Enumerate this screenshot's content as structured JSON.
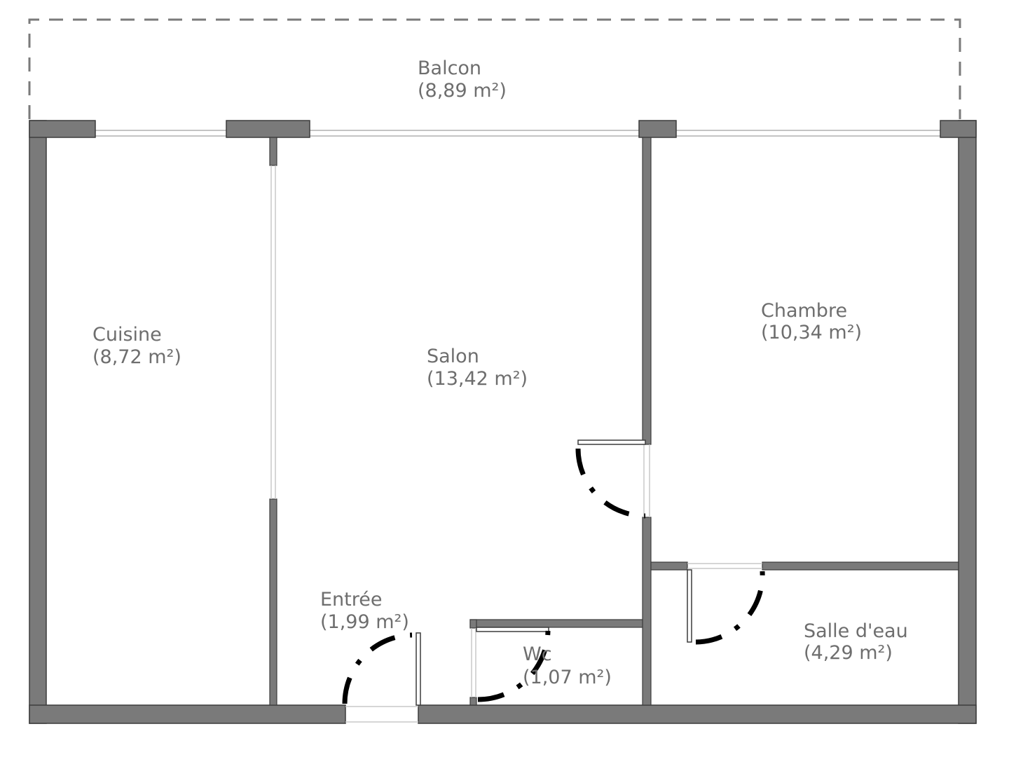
{
  "rooms": {
    "balcon": {
      "name": "Balcon",
      "area": "(8,89 m²)"
    },
    "cuisine": {
      "name": "Cuisine",
      "area": "(8,72 m²)"
    },
    "salon": {
      "name": "Salon",
      "area": "(13,42 m²)"
    },
    "chambre": {
      "name": "Chambre",
      "area": "(10,34 m²)"
    },
    "entree": {
      "name": "Entrée",
      "area": "(1,99 m²)"
    },
    "wc": {
      "name": "Wc",
      "area": "(1,07 m²)"
    },
    "salle_eau": {
      "name": "Salle d'eau",
      "area": "(4,29 m²)"
    }
  },
  "colors": {
    "wall": "#7a7a7a",
    "wall_outline": "#3c3c3c",
    "door_swing": "#000000",
    "label": "#6e6e6e"
  }
}
